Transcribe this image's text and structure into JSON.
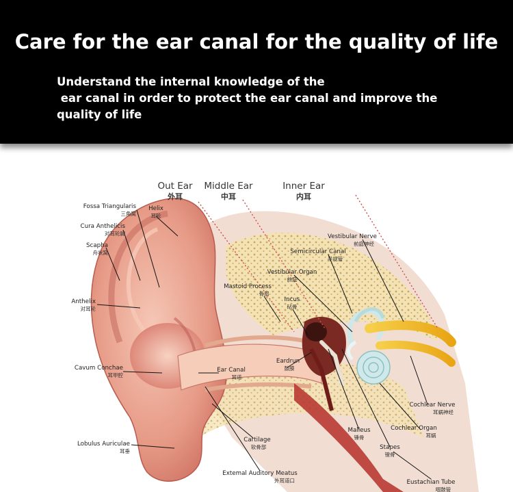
{
  "banner": {
    "title": "Care for the ear canal for the quality of life",
    "subtitle": "Understand the internal knowledge of the\n ear canal in order to protect the ear canal and improve the\nquality of life"
  },
  "diagram": {
    "sections": [
      {
        "en": "Out Ear",
        "cn": "外耳"
      },
      {
        "en": "Middle Ear",
        "cn": "中耳"
      },
      {
        "en": "Inner Ear",
        "cn": "内耳"
      }
    ],
    "labels": {
      "fossa": {
        "en": "Fossa Triangularis",
        "cn": "三角窝"
      },
      "helix": {
        "en": "Helix",
        "cn": "耳轮"
      },
      "cura": {
        "en": "Cura Anthelicis",
        "cn": "对耳轮脚"
      },
      "scapha": {
        "en": "Scapha",
        "cn": "舟状窝"
      },
      "anthelix": {
        "en": "Anthelix",
        "cn": "对耳轮"
      },
      "cavum": {
        "en": "Cavum Conchae",
        "cn": "耳甲腔"
      },
      "lobulus": {
        "en": "Lobulus Auriculae",
        "cn": "耳垂"
      },
      "mastoid": {
        "en": "Mastoid Process",
        "cn": "骨部"
      },
      "incus": {
        "en": "Incus",
        "cn": "砧骨"
      },
      "vestibular_organ": {
        "en": "Vestibular Organ",
        "cn": "前庭"
      },
      "semicircular": {
        "en": "Semicircular Canal",
        "cn": "半规管"
      },
      "vestibular_nerve": {
        "en": "Vestibular Nerve",
        "cn": "前庭神经"
      },
      "eardrum": {
        "en": "Eardrun",
        "cn": "鼓膜"
      },
      "ear_canal": {
        "en": "Ear Canal",
        "cn": "耳道"
      },
      "cartilage": {
        "en": "Cartilage",
        "cn": "软骨部"
      },
      "external_meatus": {
        "en": "Extemal Auditory Meatus",
        "cn": "外耳道口"
      },
      "malleus": {
        "en": "Malleus",
        "cn": "锤骨"
      },
      "stapes": {
        "en": "Stapes",
        "cn": "镫骨"
      },
      "cochlear_organ": {
        "en": "Cochlear Organ",
        "cn": "耳蜗"
      },
      "cochlear_nerve": {
        "en": "Cochlear Nerve",
        "cn": "耳蜗神经"
      },
      "eustachian": {
        "en": "Eustachian Tube",
        "cn": "咽鼓管"
      }
    }
  },
  "colors": {
    "banner_bg": "#000000",
    "banner_text": "#ffffff",
    "skin": "#e9a38e",
    "bone": "#f3e4b6",
    "canal_red": "#b83a33",
    "nerve_yellow": "#f2b51c",
    "cochlea": "#cfe9ea"
  }
}
